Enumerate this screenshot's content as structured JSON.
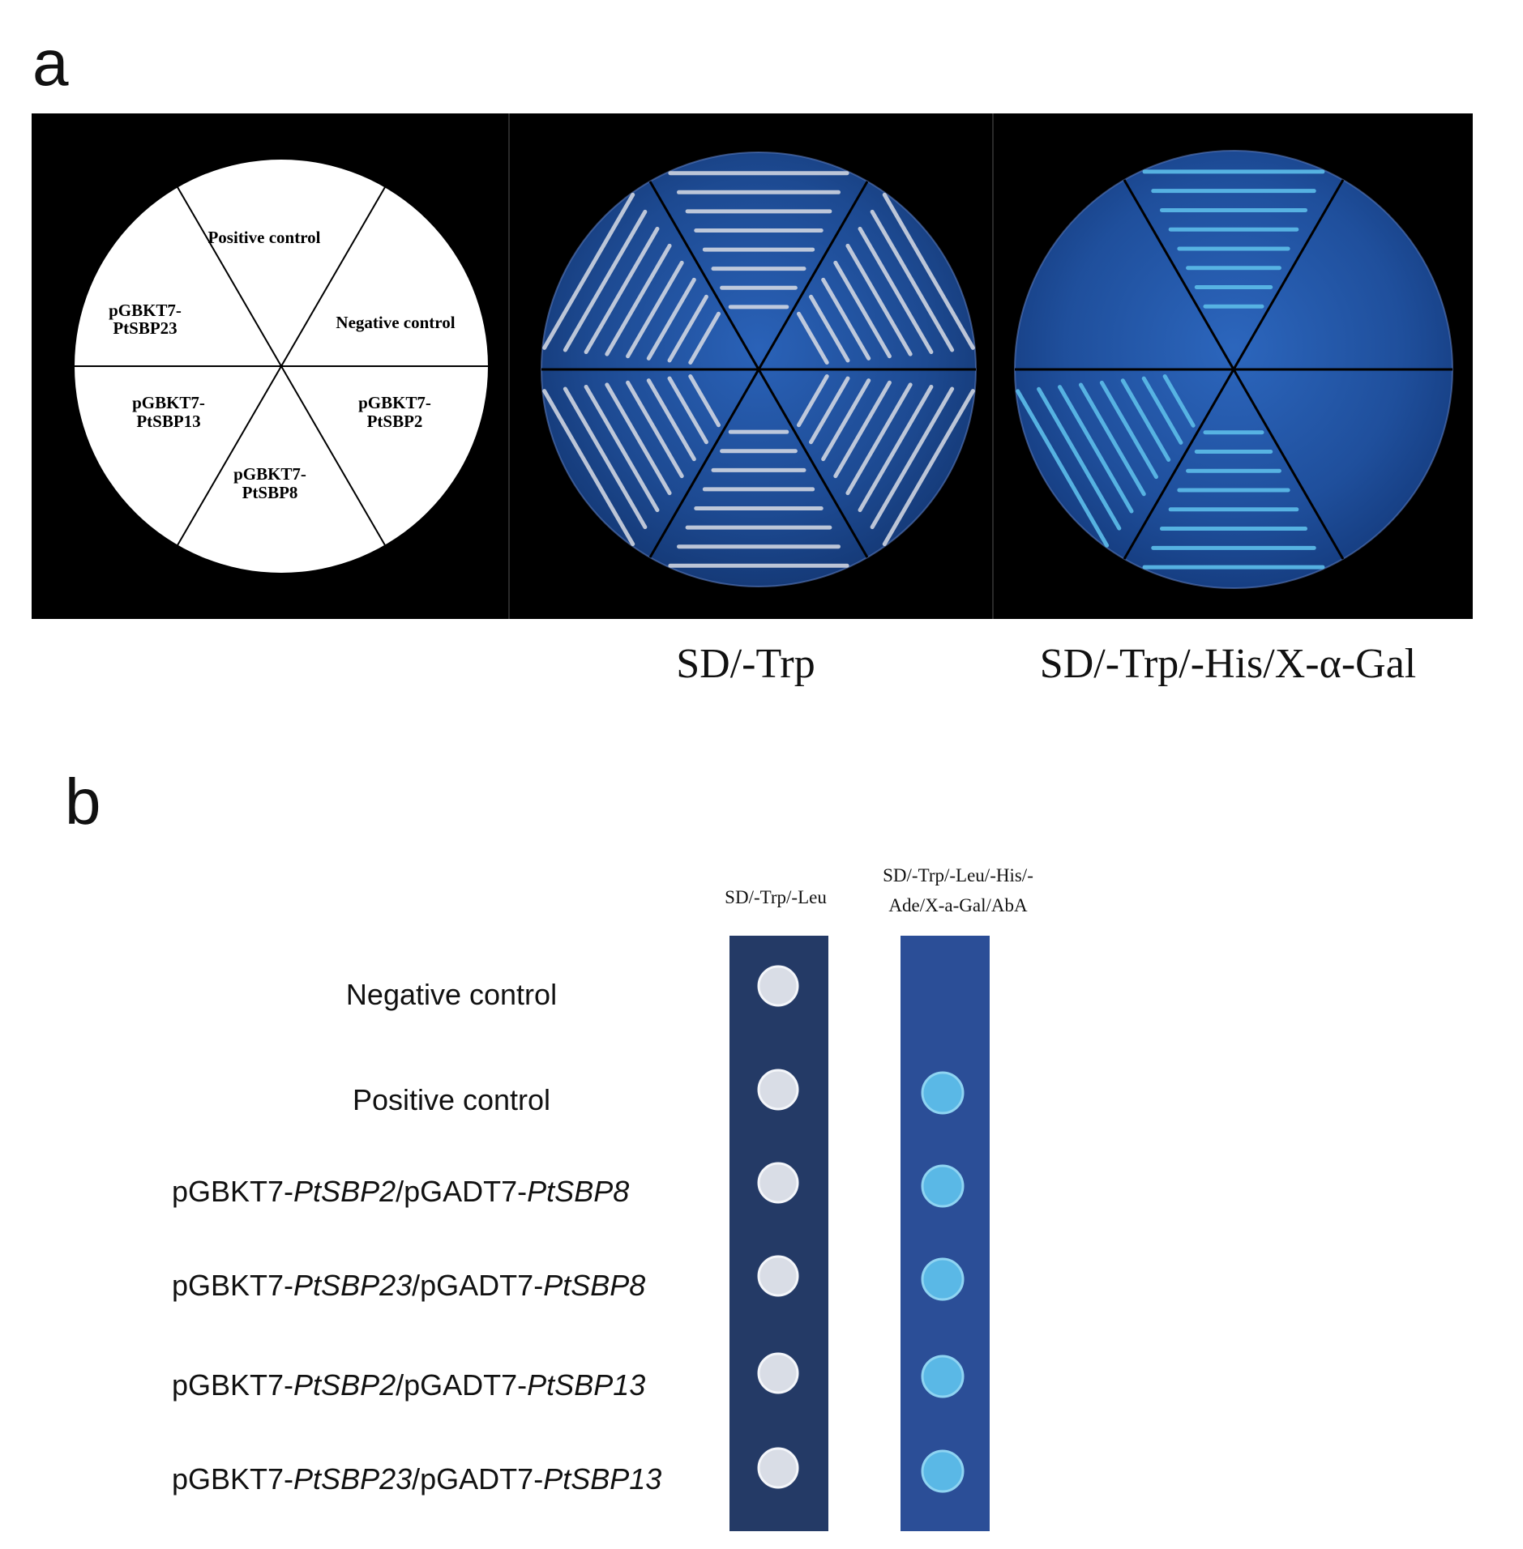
{
  "panel_a": {
    "letter": "a",
    "diagram_sectors": {
      "positive_control": "Positive control",
      "negative_control": "Negative control",
      "sbp23": [
        "pGBKT7-",
        "PtSBP23"
      ],
      "sbp13": [
        "pGBKT7-",
        "PtSBP13"
      ],
      "sbp2": [
        "pGBKT7-",
        "PtSBP2"
      ],
      "sbp8": [
        "pGBKT7-",
        "PtSBP8"
      ]
    },
    "medium_labels": {
      "plate1": "SD/-Trp",
      "plate2": "SD/-Trp/-His/X-α-Gal"
    }
  },
  "panel_b": {
    "letter": "b",
    "column_headers": {
      "col1": "SD/-Trp/-Leu",
      "col2_line1": "SD/-Trp/-Leu/-His/-",
      "col2_line2": "Ade/X-a-Gal/AbA"
    },
    "rows": [
      {
        "label": "Negative control",
        "growth_col1": true,
        "growth_col2": false
      },
      {
        "label": "Positive control",
        "growth_col1": true,
        "growth_col2": true
      },
      {
        "bd_prefix": "pGBKT7-",
        "bd_gene": "PtSBP2",
        "sep": "/pGADT7-",
        "ad_gene": "PtSBP8",
        "growth_col1": true,
        "growth_col2": true
      },
      {
        "bd_prefix": "pGBKT7-",
        "bd_gene": "PtSBP23",
        "sep": "/pGADT7-",
        "ad_gene": "PtSBP8",
        "growth_col1": true,
        "growth_col2": true
      },
      {
        "bd_prefix": "pGBKT7-",
        "bd_gene": "PtSBP2",
        "sep": "/pGADT7-",
        "ad_gene": "PtSBP13",
        "growth_col1": true,
        "growth_col2": true
      },
      {
        "bd_prefix": "pGBKT7-",
        "bd_gene": "PtSBP23",
        "sep": "/pGADT7-",
        "ad_gene": "PtSBP13",
        "growth_col1": true,
        "growth_col2": true
      }
    ]
  },
  "colors": {
    "plate_blue": "#1f4f99",
    "strip_col1": "#243a66",
    "strip_col2": "#2b4e97",
    "colony_white": "#d9dde6",
    "colony_blue": "#5ab8e6"
  }
}
